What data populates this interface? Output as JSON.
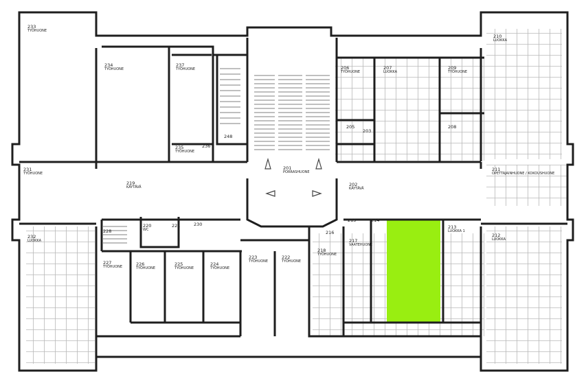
{
  "colors": {
    "wall": "#1e1e1e",
    "grid": "#b9b9b9",
    "highlight": "#99ee11",
    "background": "#ffffff"
  },
  "rooms": [
    {
      "id": "233",
      "name": "TYÖHUONE"
    },
    {
      "id": "234",
      "name": "TYÖHUONE"
    },
    {
      "id": "237",
      "name": "TYÖHUONE"
    },
    {
      "id": "235",
      "name": "TYÖHUONE"
    },
    {
      "id": "236",
      "name": ""
    },
    {
      "id": "248",
      "name": ""
    },
    {
      "id": "231",
      "name": "TYÖHUONE"
    },
    {
      "id": "219",
      "name": "KÄYTÄVÄ"
    },
    {
      "id": "201",
      "name": "PORRASHUONE"
    },
    {
      "id": "202",
      "name": "KÄYTÄVÄ"
    },
    {
      "id": "206",
      "name": "TYÖHUONE"
    },
    {
      "id": "207",
      "name": "LUOKKA"
    },
    {
      "id": "208",
      "name": ""
    },
    {
      "id": "209",
      "name": "TYÖHUONE"
    },
    {
      "id": "210",
      "name": "LUOKKA"
    },
    {
      "id": "211",
      "name": "OPETTAJAINHUONE / KOKOUSHUONE"
    },
    {
      "id": "212",
      "name": "LUOKKA"
    },
    {
      "id": "213",
      "name": "LUOKKA 1"
    },
    {
      "id": "214",
      "name": ""
    },
    {
      "id": "215",
      "name": ""
    },
    {
      "id": "216",
      "name": ""
    },
    {
      "id": "217",
      "name": "VAATEHUONE"
    },
    {
      "id": "218",
      "name": "TYÖHUONE"
    },
    {
      "id": "220",
      "name": "WC"
    },
    {
      "id": "221",
      "name": ""
    },
    {
      "id": "222",
      "name": "TYÖHUONE"
    },
    {
      "id": "223",
      "name": "TYÖHUONE"
    },
    {
      "id": "224",
      "name": "TYÖHUONE"
    },
    {
      "id": "225",
      "name": "TYÖHUONE"
    },
    {
      "id": "226",
      "name": "TYÖHUONE"
    },
    {
      "id": "227",
      "name": "TYÖHUONE"
    },
    {
      "id": "228",
      "name": ""
    },
    {
      "id": "230",
      "name": ""
    },
    {
      "id": "232",
      "name": "LUOKKA"
    },
    {
      "id": "203",
      "name": ""
    },
    {
      "id": "205",
      "name": ""
    }
  ]
}
